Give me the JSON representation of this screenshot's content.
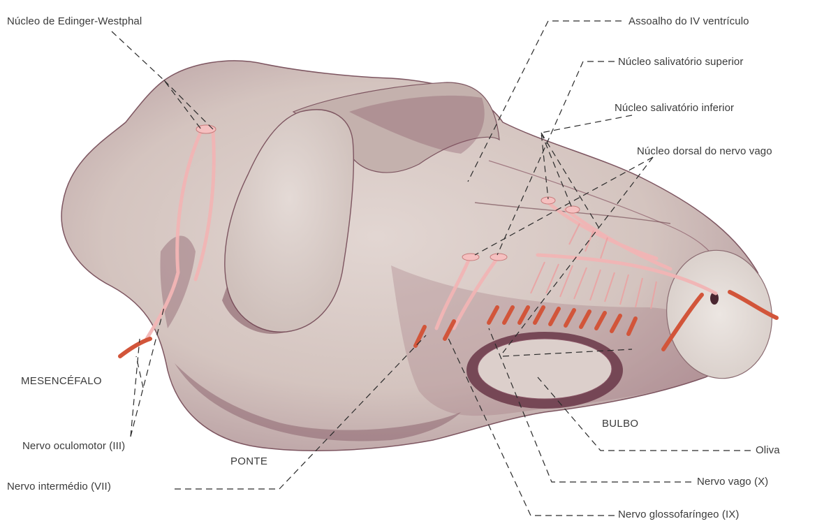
{
  "labels": {
    "edinger_westphal": "Núcleo de Edinger-Westphal",
    "assoalho_iv": "Assoalho do IV ventrículo",
    "salivatorio_superior": "Núcleo salivatório superior",
    "salivatorio_inferior": "Núcleo salivatório inferior",
    "dorsal_vago": "Núcleo dorsal do nervo vago",
    "mesencefalo": "MESENCÉFALO",
    "oculomotor": "Nervo oculomotor (III)",
    "ponte": "PONTE",
    "intermedio": "Nervo intermédio (VII)",
    "bulbo": "BULBO",
    "oliva": "Oliva",
    "vago": "Nervo vago (X)",
    "glossofaringeo": "Nervo glossofaríngeo (IX)"
  },
  "colors": {
    "brainstem": "#d8cac4",
    "shadow": "#7a4a5a",
    "outline": "#6b3f4a",
    "nerve_light": "#f0b8b8",
    "nerve_dark": "#d65a3a",
    "label_text": "#3a3a3a"
  }
}
